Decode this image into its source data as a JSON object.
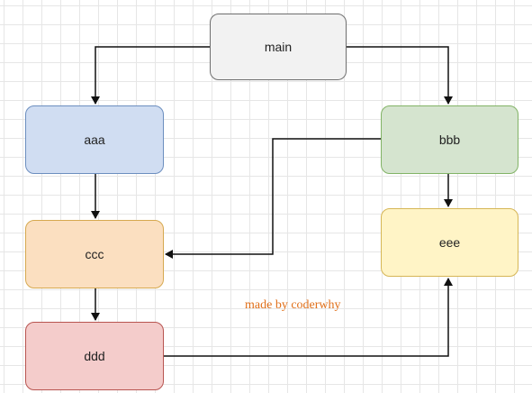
{
  "nodes": {
    "main": "main",
    "aaa": "aaa",
    "bbb": "bbb",
    "ccc": "ccc",
    "ddd": "ddd",
    "eee": "eee"
  },
  "edges": [
    {
      "from": "main",
      "to": "aaa"
    },
    {
      "from": "main",
      "to": "bbb"
    },
    {
      "from": "aaa",
      "to": "ccc"
    },
    {
      "from": "bbb",
      "to": "ccc"
    },
    {
      "from": "bbb",
      "to": "eee"
    },
    {
      "from": "ccc",
      "to": "ddd"
    },
    {
      "from": "ddd",
      "to": "eee"
    }
  ],
  "watermark": "made by coderwhy",
  "colors": {
    "main": "#f2f2f2",
    "aaa": "#d0ddf2",
    "bbb": "#d5e4cf",
    "ccc": "#fbdfc0",
    "ddd": "#f4cccb",
    "eee": "#fff4c6",
    "watermark": "#e0701a"
  }
}
